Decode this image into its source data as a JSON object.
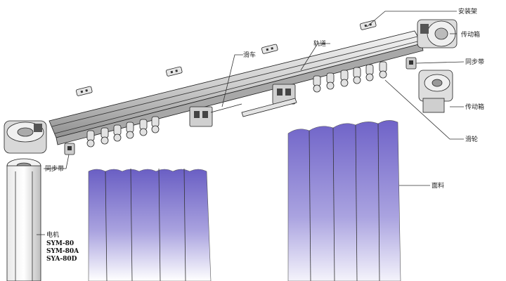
{
  "labels": {
    "mounting_bracket": "安装架",
    "drive_box_top": "传动箱",
    "track": "轨道",
    "carriage": "滑车",
    "sync_belt_right": "同步带",
    "drive_box_mid": "传动箱",
    "pulley": "滑轮",
    "sync_belt_left": "同步带",
    "fabric": "面料",
    "motor": "电机",
    "model_1": "SYM-80",
    "model_2": "SYM-80A",
    "model_3": "SYA-80D"
  },
  "colors": {
    "fabric_top": "#6a5fc4",
    "fabric_bottom": "#ffffff",
    "line": "#333333",
    "metal": "#d8d8d8"
  }
}
